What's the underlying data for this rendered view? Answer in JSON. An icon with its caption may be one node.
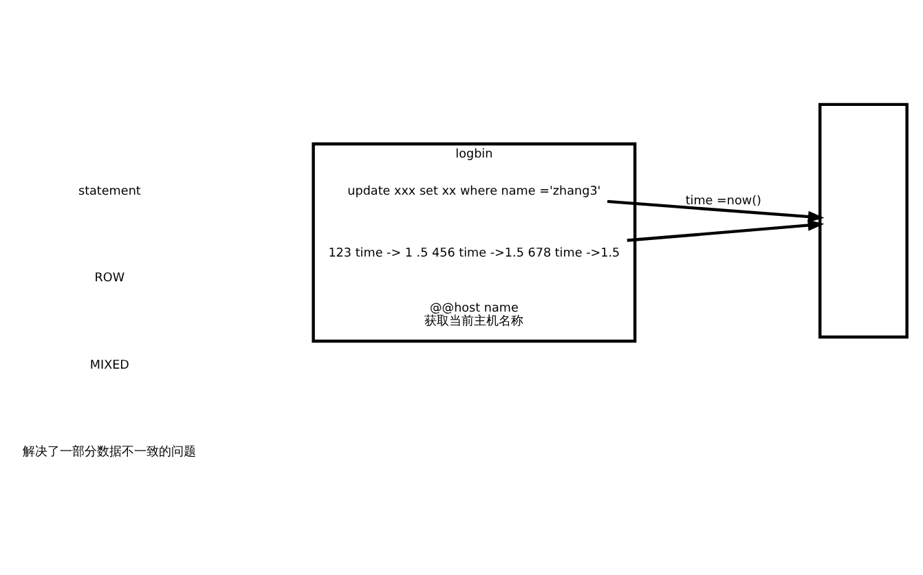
{
  "diagram": {
    "nodes": [
      {
        "text": [
          "logbin"
        ]
      },
      {
        "text": [
          "update xxx set xx where name ='zhang3'"
        ],
        "in": 0
      },
      {
        "text": [
          "123 time -> 1 .5 456 time ->1.5 678 time ->1.5"
        ],
        "in": 0
      },
      {
        "text": [
          "@@host name",
          "获取当前主机名称"
        ],
        "in": 0
      },
      {
        "text": [],
        "shape": "box"
      }
    ],
    "edges": [
      {
        "from": 1,
        "to": 4,
        "arrow": "to",
        "label": "time =now()"
      },
      {
        "from": 2,
        "to": 4,
        "arrow": "to"
      }
    ],
    "labels": [
      "statement",
      "ROW",
      "MIXED",
      "解决了一部分数据不一致的问题"
    ]
  }
}
